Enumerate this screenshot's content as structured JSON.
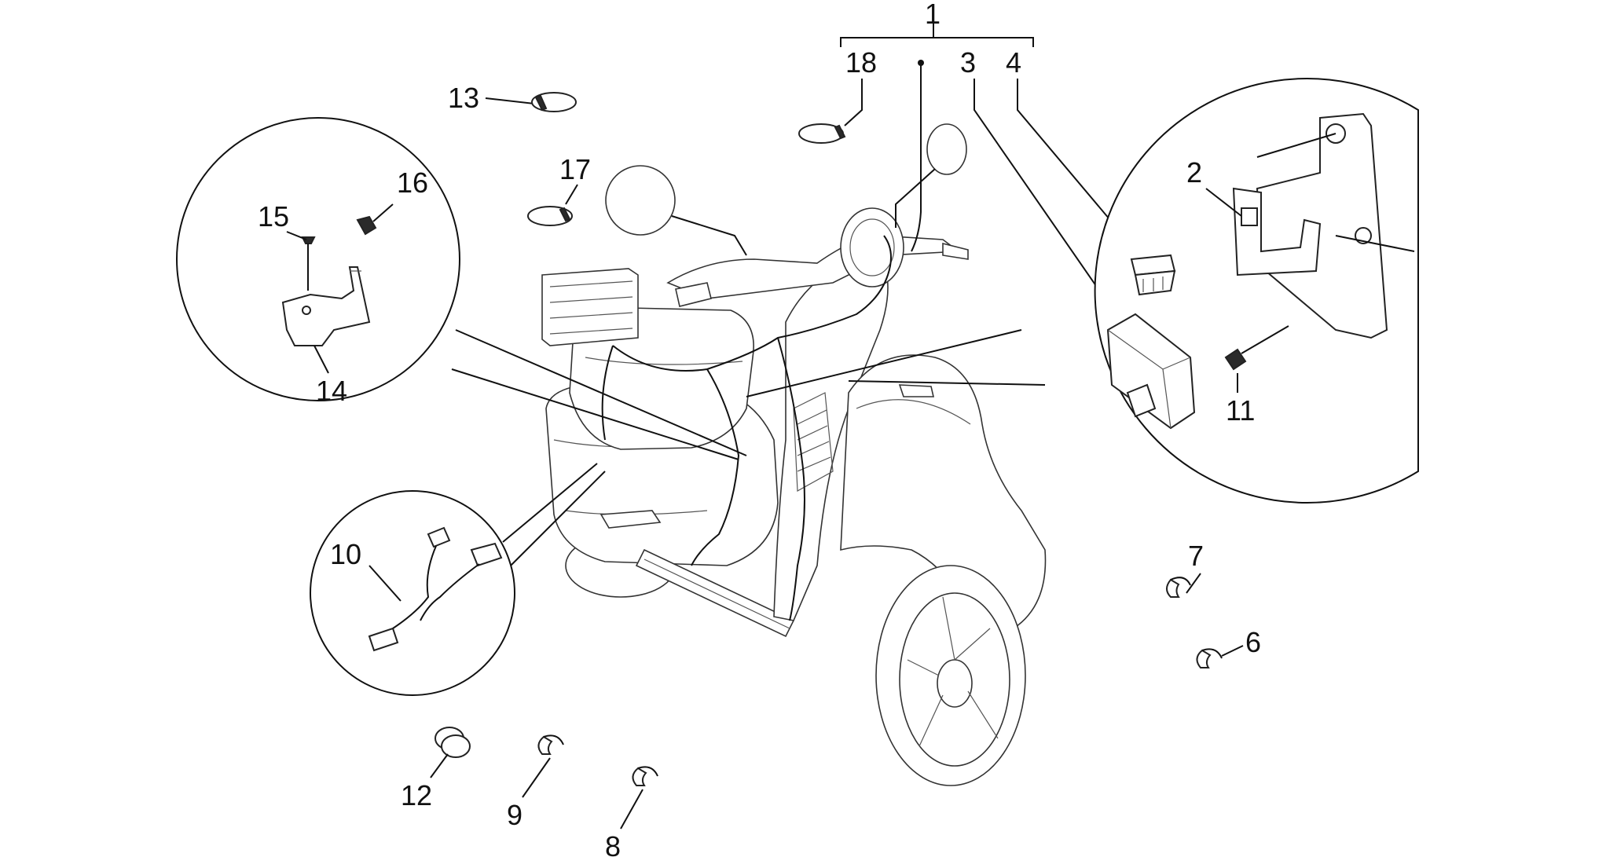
{
  "labels": {
    "l1": "1",
    "l2": "2",
    "l3": "3",
    "l4": "4",
    "l6": "6",
    "l7": "7",
    "l8": "8",
    "l9": "9",
    "l10": "10",
    "l11": "11",
    "l12": "12",
    "l13": "13",
    "l14": "14",
    "l15": "15",
    "l16": "16",
    "l17": "17",
    "l18": "18"
  }
}
